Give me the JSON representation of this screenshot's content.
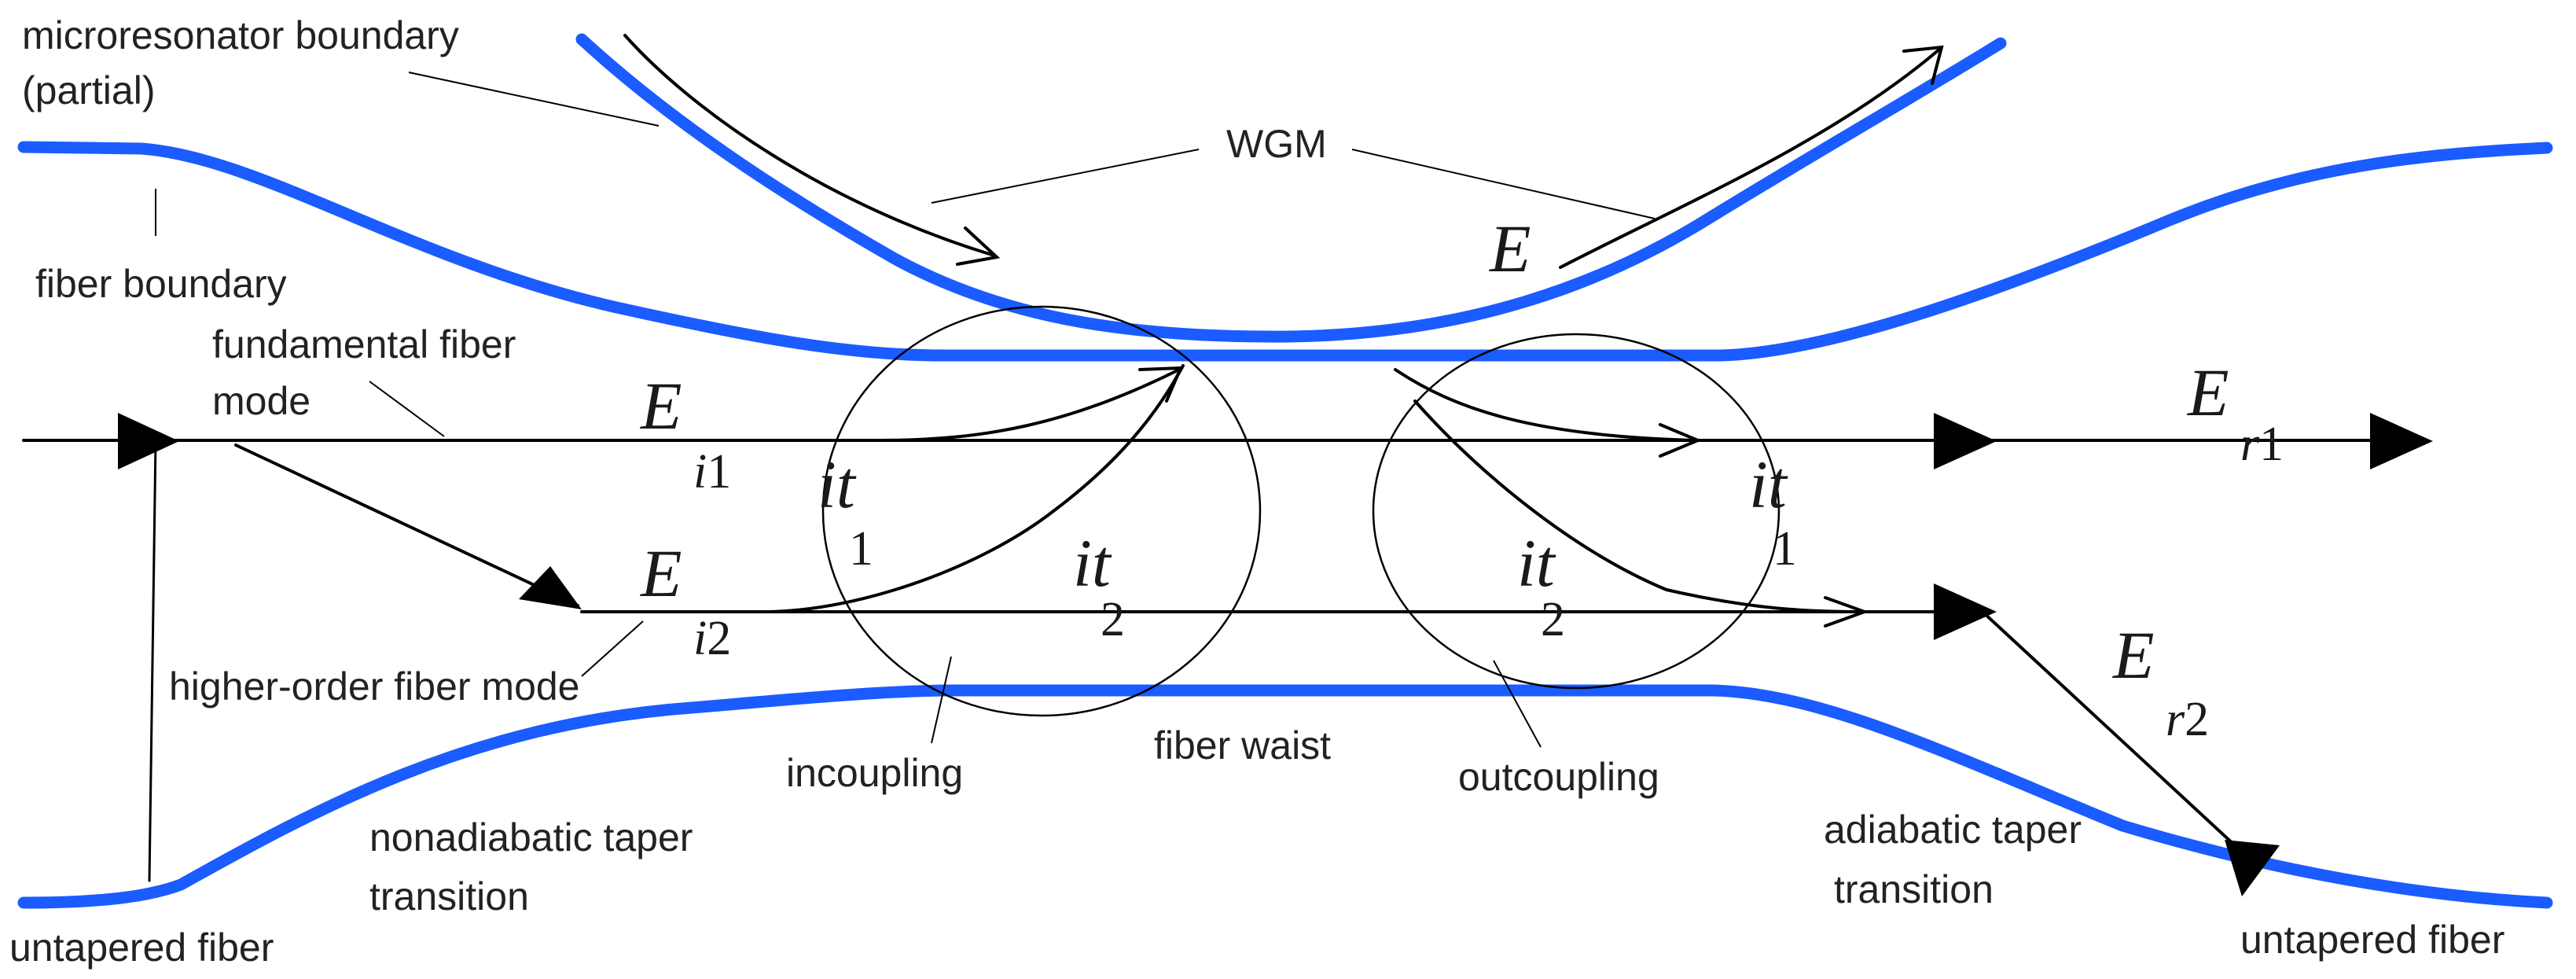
{
  "labels": {
    "microresonator_boundary": "microresonator boundary",
    "partial": "(partial)",
    "wgm": "WGM",
    "fiber_boundary": "fiber boundary",
    "fundamental_mode_line1": "fundamental fiber",
    "fundamental_mode_line2": "mode",
    "higher_order_mode": "higher-order fiber mode",
    "incoupling": "incoupling",
    "fiber_waist": "fiber waist",
    "outcoupling": "outcoupling",
    "nonadiabatic_line1": "nonadiabatic taper",
    "nonadiabatic_line2": "transition",
    "adiabatic_line1": "adiabatic taper",
    "adiabatic_line2": "transition",
    "untapered_left": "untapered fiber",
    "untapered_right": "untapered fiber"
  },
  "symbols": {
    "E_wgm": "E",
    "E_i1": {
      "main": "E",
      "sub_letter": "i",
      "sub_num": "1"
    },
    "E_i2": {
      "main": "E",
      "sub_letter": "i",
      "sub_num": "2"
    },
    "E_r1": {
      "main": "E",
      "sub_letter": "r",
      "sub_num": "1"
    },
    "E_r2": {
      "main": "E",
      "sub_letter": "r",
      "sub_num": "2"
    },
    "it1_in": {
      "main": "it",
      "sub": "1"
    },
    "it2_in": {
      "main": "it",
      "sub": "2"
    },
    "it2_out": {
      "main": "it",
      "sub": "2"
    },
    "it1_out": {
      "main": "it",
      "sub": "1"
    }
  },
  "colors": {
    "boundary": "#1a5cff",
    "line": "#000000",
    "text": "#222222"
  }
}
